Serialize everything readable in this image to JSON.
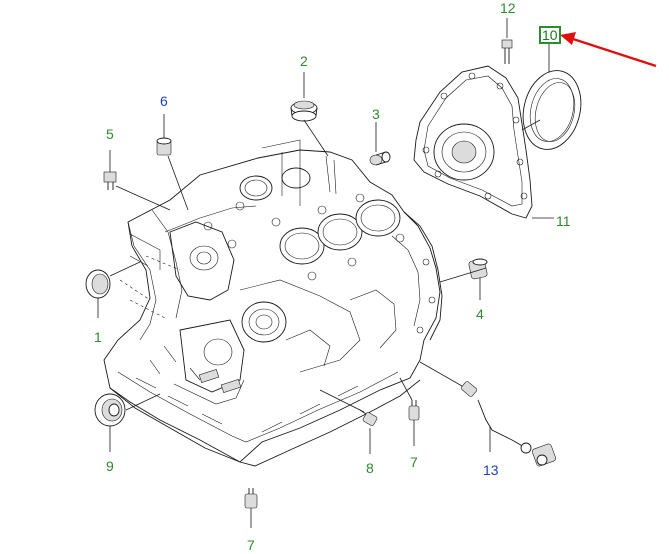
{
  "callouts": [
    {
      "id": "1",
      "label": "1",
      "color": "#2e8b2e"
    },
    {
      "id": "2",
      "label": "2",
      "color": "#2e8b2e"
    },
    {
      "id": "3",
      "label": "3",
      "color": "#2e8b2e"
    },
    {
      "id": "4",
      "label": "4",
      "color": "#2e8b2e"
    },
    {
      "id": "5",
      "label": "5",
      "color": "#2e8b2e"
    },
    {
      "id": "6",
      "label": "6",
      "color": "#1f3fbf"
    },
    {
      "id": "7a",
      "label": "7",
      "color": "#2e8b2e"
    },
    {
      "id": "7b",
      "label": "7",
      "color": "#2e8b2e"
    },
    {
      "id": "8",
      "label": "8",
      "color": "#2e8b2e"
    },
    {
      "id": "9",
      "label": "9",
      "color": "#2e8b2e"
    },
    {
      "id": "10",
      "label": "10",
      "color": "#1a7a1a",
      "highlighted": true
    },
    {
      "id": "11",
      "label": "11",
      "color": "#2e8b2e"
    },
    {
      "id": "12",
      "label": "12",
      "color": "#2e8b2e"
    },
    {
      "id": "13",
      "label": "13",
      "color": "#1f3fbf"
    }
  ],
  "highlight_arrow_color": "#e01010",
  "highlight_box_color": "#2e8b2e"
}
